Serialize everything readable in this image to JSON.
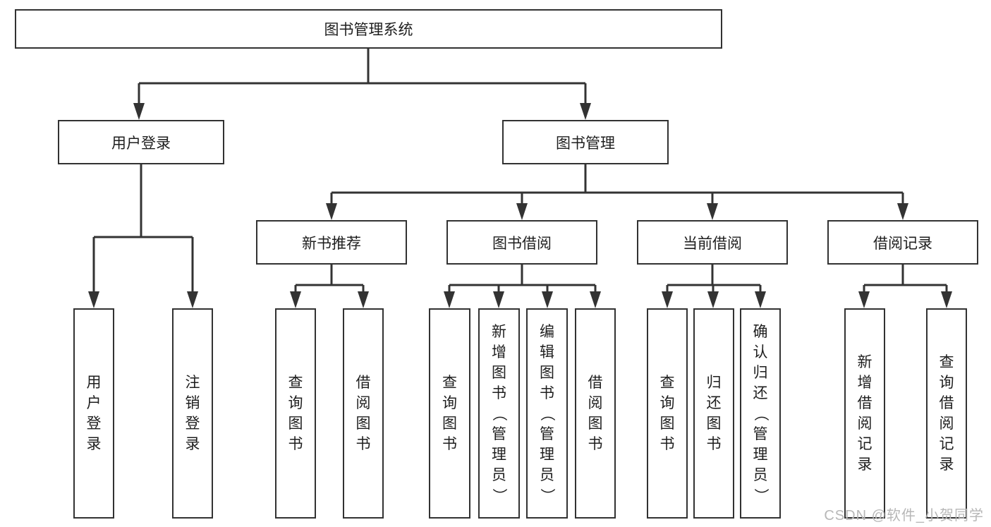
{
  "diagram_type": "hierarchy-tree",
  "tree": {
    "label": "图书管理系统",
    "children": [
      {
        "label": "用户登录",
        "children": [
          {
            "label": "用户登录"
          },
          {
            "label": "注销登录"
          }
        ]
      },
      {
        "label": "图书管理",
        "children": [
          {
            "label": "新书推荐",
            "children": [
              {
                "label": "查询图书"
              },
              {
                "label": "借阅图书"
              }
            ]
          },
          {
            "label": "图书借阅",
            "children": [
              {
                "label": "查询图书"
              },
              {
                "label": "新增图书（管理员）"
              },
              {
                "label": "编辑图书（管理员）"
              },
              {
                "label": "借阅图书"
              }
            ]
          },
          {
            "label": "当前借阅",
            "children": [
              {
                "label": "查询图书"
              },
              {
                "label": "归还图书"
              },
              {
                "label": "确认归还（管理员）"
              }
            ]
          },
          {
            "label": "借阅记录",
            "children": [
              {
                "label": "新增借阅记录"
              },
              {
                "label": "查询借阅记录"
              }
            ]
          }
        ]
      }
    ]
  },
  "watermark": {
    "text": "CSDN @软件_小贺同学"
  },
  "colors": {
    "line": "#333333",
    "box_border": "#323232",
    "box_fill": "#ffffff",
    "text": "#1e1e1e",
    "watermark": "#b7b7b7"
  }
}
